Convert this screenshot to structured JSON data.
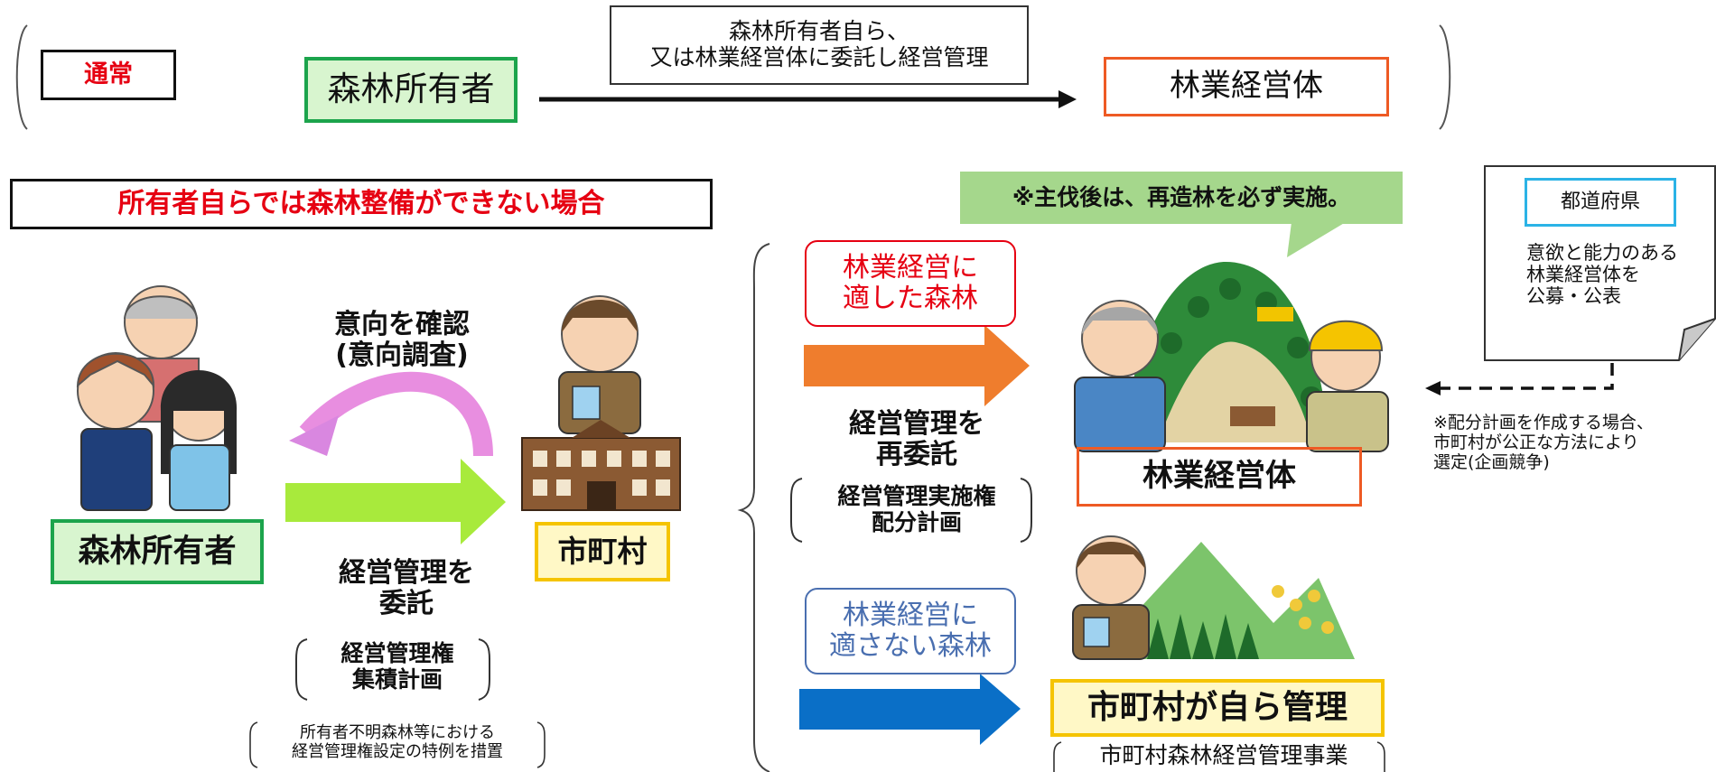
{
  "top": {
    "normal_tag": "通常",
    "owner": "森林所有者",
    "description": "森林所有者自ら、\n又は林業経営体に委託し経営管理",
    "operator": "林業経営体"
  },
  "case_title": "所有者自らでは森林整備ができない場合",
  "left_flow": {
    "intent_label": "意向を確認\n(意向調査)",
    "owner": "森林所有者",
    "city": "市町村",
    "commission_label": "経営管理を\n委託",
    "rights_plan": "経営管理権\n集積計画",
    "special_note": "所有者不明森林等における\n経営管理権設定の特例を措置"
  },
  "right_flow": {
    "suitable_tag": "林業経営に\n適した森林",
    "recommission_label": "経営管理を\n再委託",
    "rights_alloc": "経営管理実施権\n配分計画",
    "unsuitable_tag": "林業経営に\n適さない森林",
    "replant_note": "※主伐後は、再造林を必ず実施。",
    "operator": "林業経営体",
    "self_manage": "市町村が自ら管理",
    "city_project": "市町村森林経営管理事業"
  },
  "prefecture": {
    "title": "都道府県",
    "description": "意欲と能力のある\n林業経営体を\n公募・公表",
    "selection_note": "※配分計画を作成する場合、\n市町村が公正な方法により\n選定(企画競争)"
  },
  "colors": {
    "owner_border": "#1ca44c",
    "owner_fill": "#d8f5cf",
    "city_border": "#f5c400",
    "city_fill": "#fff8c6",
    "operator_border": "#ee5a24",
    "red_text": "#e60012",
    "green_arrow": "#a8ea3c",
    "orange_arrow": "#ef7d2d",
    "blue_arrow": "#0a6fc7",
    "pink_arrow": "#e88ee0",
    "note_green": "#a5d78c",
    "prefecture_border": "#2bb3e6"
  },
  "icons": [
    "family-illustration",
    "official-illustration",
    "town-hall-illustration",
    "forestry-site-illustration",
    "workers-illustration",
    "forest-illustration",
    "document-icon"
  ]
}
